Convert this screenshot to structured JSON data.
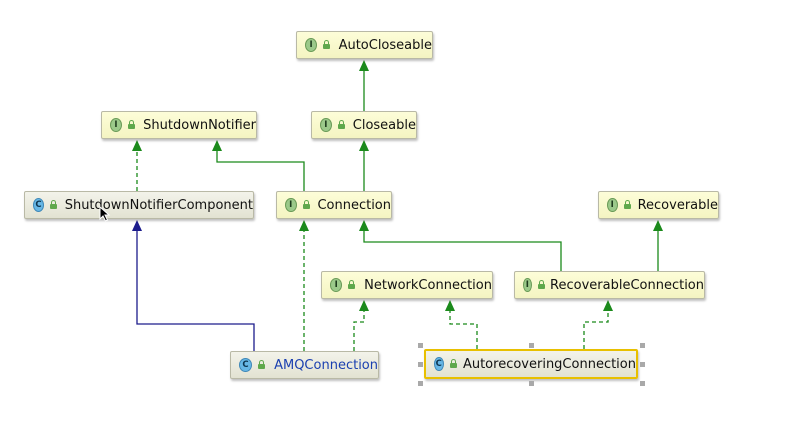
{
  "nodes": [
    {
      "id": "autocloseable",
      "label": "AutoCloseable",
      "kind": "I",
      "icon": "interface-icon"
    },
    {
      "id": "closeable",
      "label": "Closeable",
      "kind": "I",
      "icon": "interface-icon"
    },
    {
      "id": "shutdownnotifier",
      "label": "ShutdownNotifier",
      "kind": "I",
      "icon": "interface-icon"
    },
    {
      "id": "shutdownnotifiercomponent",
      "label": "ShutdownNotifierComponent",
      "kind": "C",
      "icon": "class-icon"
    },
    {
      "id": "connection",
      "label": "Connection",
      "kind": "I",
      "icon": "interface-icon"
    },
    {
      "id": "recoverable",
      "label": "Recoverable",
      "kind": "I",
      "icon": "interface-icon"
    },
    {
      "id": "networkconnection",
      "label": "NetworkConnection",
      "kind": "I",
      "icon": "interface-icon"
    },
    {
      "id": "recoverableconnection",
      "label": "RecoverableConnection",
      "kind": "I",
      "icon": "interface-icon"
    },
    {
      "id": "amqconnection",
      "label": "AMQConnection",
      "kind": "C",
      "icon": "class-icon"
    },
    {
      "id": "autorecoveringconnection",
      "label": "AutorecoveringConnection",
      "kind": "C",
      "icon": "class-icon",
      "selected": true
    }
  ],
  "edges": [
    {
      "from": "closeable",
      "to": "autocloseable",
      "type": "extends"
    },
    {
      "from": "connection",
      "to": "closeable",
      "type": "extends"
    },
    {
      "from": "connection",
      "to": "shutdownnotifier",
      "type": "extends"
    },
    {
      "from": "shutdownnotifiercomponent",
      "to": "shutdownnotifier",
      "type": "implements"
    },
    {
      "from": "recoverableconnection",
      "to": "connection",
      "type": "extends"
    },
    {
      "from": "recoverableconnection",
      "to": "recoverable",
      "type": "extends"
    },
    {
      "from": "amqconnection",
      "to": "shutdownnotifiercomponent",
      "type": "inherits"
    },
    {
      "from": "amqconnection",
      "to": "connection",
      "type": "implements"
    },
    {
      "from": "amqconnection",
      "to": "networkconnection",
      "type": "implements"
    },
    {
      "from": "autorecoveringconnection",
      "to": "networkconnection",
      "type": "implements"
    },
    {
      "from": "autorecoveringconnection",
      "to": "recoverableconnection",
      "type": "implements"
    }
  ],
  "colors": {
    "extends": "#1b8a1b",
    "implements": "#1b8a1b",
    "inherits": "#1c1c8c",
    "selection": "#e8c000"
  }
}
